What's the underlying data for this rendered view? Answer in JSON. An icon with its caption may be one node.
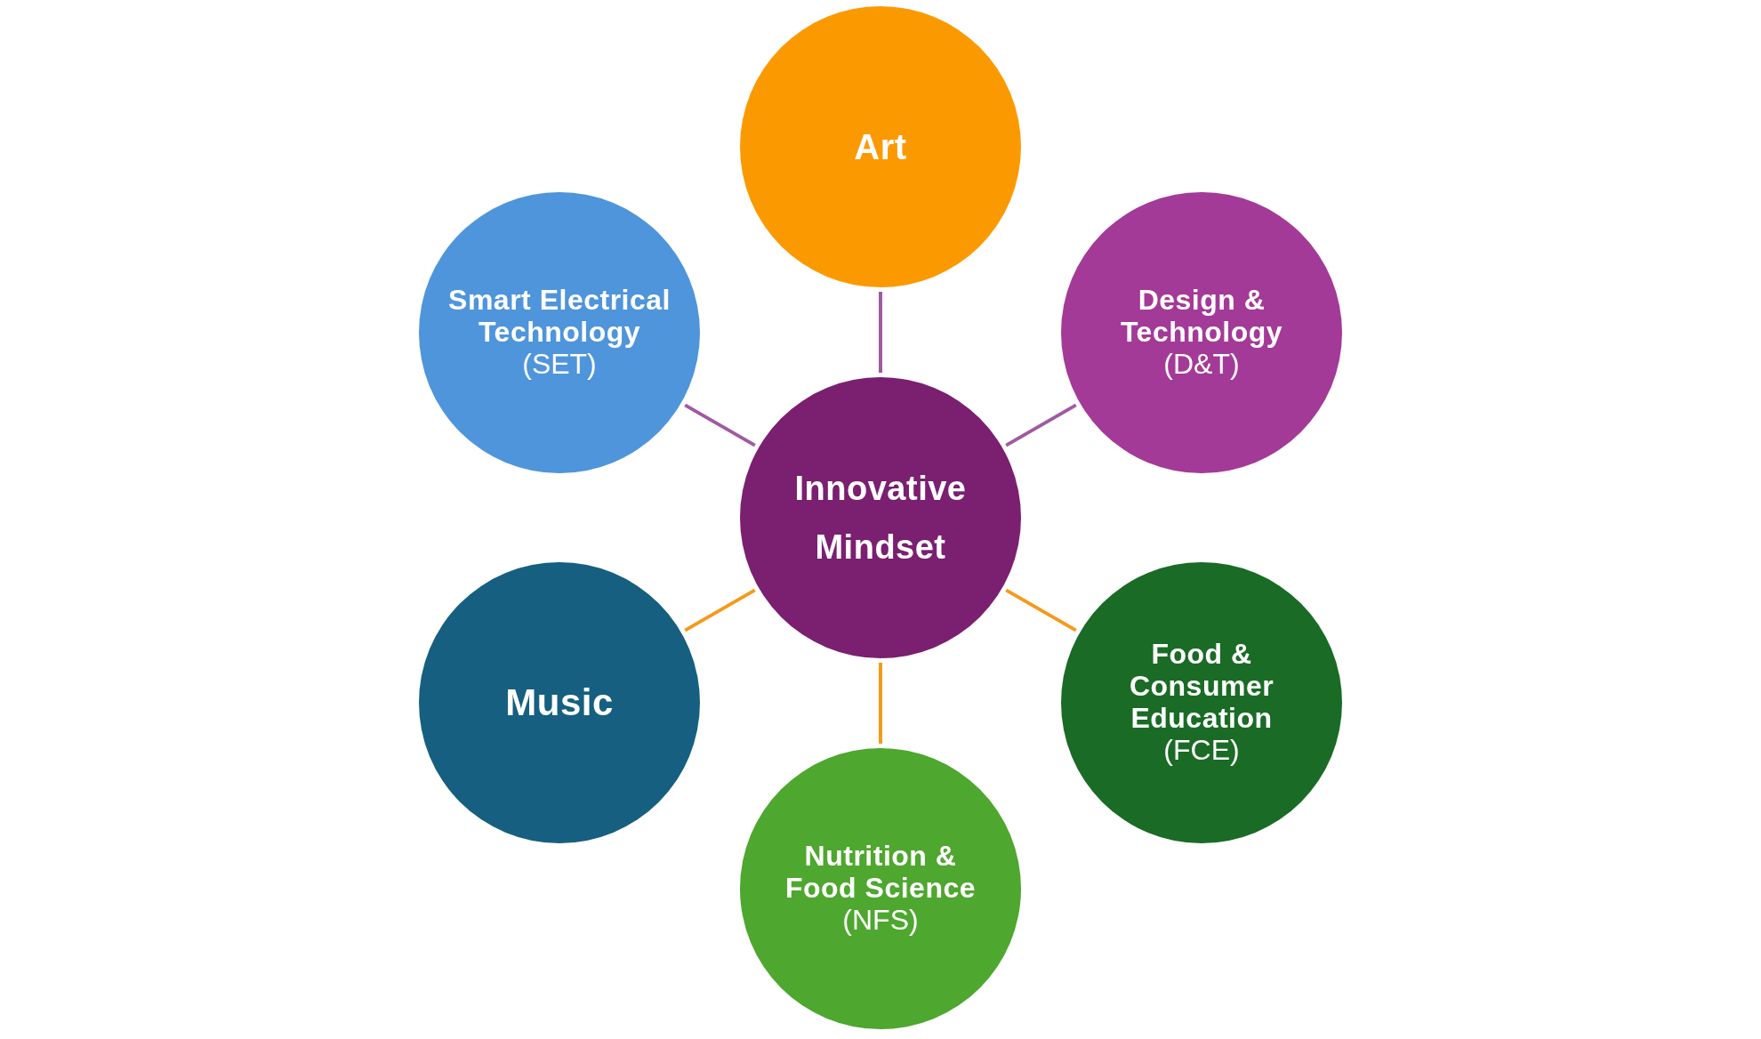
{
  "diagram": {
    "nodes": [
      {
        "text": [
          "Art"
        ]
      },
      {
        "text": [
          "Smart Electrical Technology",
          "(SET)"
        ]
      },
      {
        "text": [
          "Design & Technology",
          "(D&T)"
        ]
      },
      {
        "text": [
          "Innovative Mindset"
        ]
      },
      {
        "text": [
          "Music"
        ]
      },
      {
        "text": [
          "Food & Consumer Education",
          "(FCE)"
        ]
      },
      {
        "text": [
          "Nutrition & Food Science",
          "(NFS)"
        ]
      }
    ],
    "edges": [
      {
        "from": 3,
        "to": 0,
        "arrow": "none"
      },
      {
        "from": 3,
        "to": 1,
        "arrow": "none"
      },
      {
        "from": 3,
        "to": 2,
        "arrow": "none"
      },
      {
        "from": 3,
        "to": 4,
        "arrow": "none",
        "color": "#f59a1a"
      },
      {
        "from": 3,
        "to": 5,
        "arrow": "none",
        "color": "#f59a1a"
      },
      {
        "from": 3,
        "to": 6,
        "arrow": "none",
        "color": "#f59a1a"
      }
    ]
  }
}
